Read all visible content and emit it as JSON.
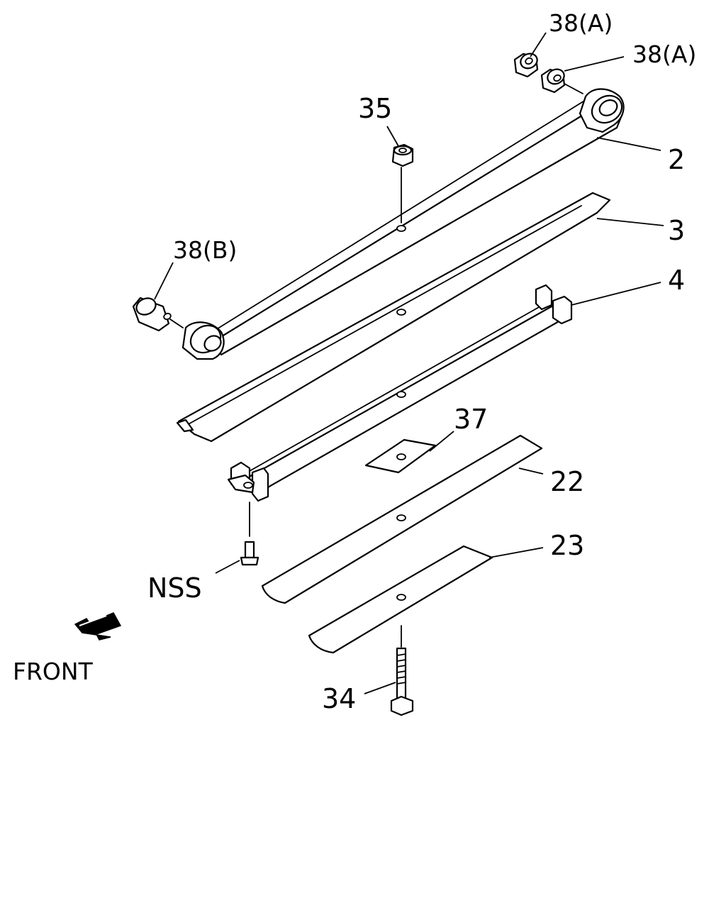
{
  "callouts": {
    "c38a_top": "38(A)",
    "c38a_second": "38(A)",
    "c35": "35",
    "c2": "2",
    "c3": "3",
    "c38b": "38(B)",
    "c4": "4",
    "c37": "37",
    "c22": "22",
    "c23": "23",
    "cnss": "NSS",
    "c34": "34"
  },
  "direction": {
    "front_label": "FRONT",
    "arrow_icon": "arrow-down-left-icon"
  },
  "colors": {
    "line": "#000000",
    "background": "#ffffff"
  }
}
